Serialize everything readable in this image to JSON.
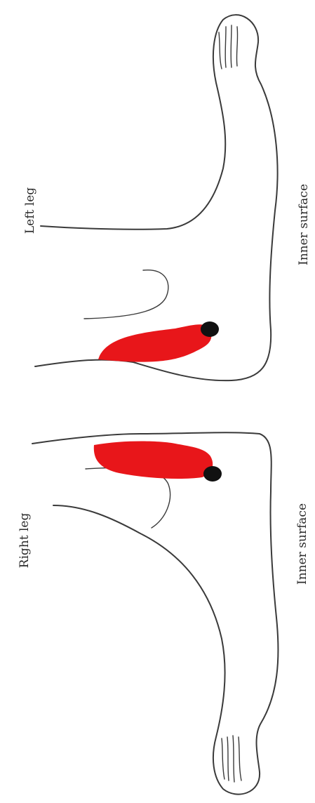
{
  "labels": {
    "left_leg": "Left leg",
    "left_surface": "Inner surface",
    "right_leg": "Right leg",
    "right_surface": "Inner surface"
  },
  "colors": {
    "highlight": "#e8161a",
    "tip": "#111111",
    "outline": "#3a3a3a"
  }
}
